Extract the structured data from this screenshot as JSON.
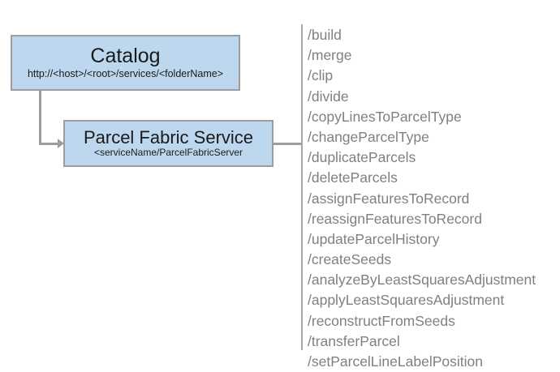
{
  "diagram": {
    "type": "service-architecture-diagram",
    "colors": {
      "node_fill": "#bdd7ee",
      "node_border": "#9d9d9d",
      "connector": "#9d9d9d",
      "divider": "#a6a6a6",
      "list_text": "#808080",
      "node_text": "#1a1a1a",
      "background": "#ffffff"
    },
    "nodes": [
      {
        "id": "catalog",
        "title": "Catalog",
        "subtitle": "http://<host>/<root>/services/<folderName>"
      },
      {
        "id": "parcel-fabric-service",
        "title": "Parcel Fabric Service",
        "subtitle": "<serviceName/ParcelFabricServer"
      }
    ],
    "operations": [
      "/build",
      "/merge",
      "/clip",
      "/divide",
      "/copyLinesToParcelType",
      "/changeParcelType",
      "/duplicateParcels",
      "/deleteParcels",
      "/assignFeaturesToRecord",
      "/reassignFeaturesToRecord",
      "/updateParcelHistory",
      "/createSeeds",
      "/analyzeByLeastSquaresAdjustment",
      "/applyLeastSquaresAdjustment",
      "/reconstructFromSeeds",
      "/transferParcel",
      "/setParcelLineLabelPosition"
    ]
  }
}
